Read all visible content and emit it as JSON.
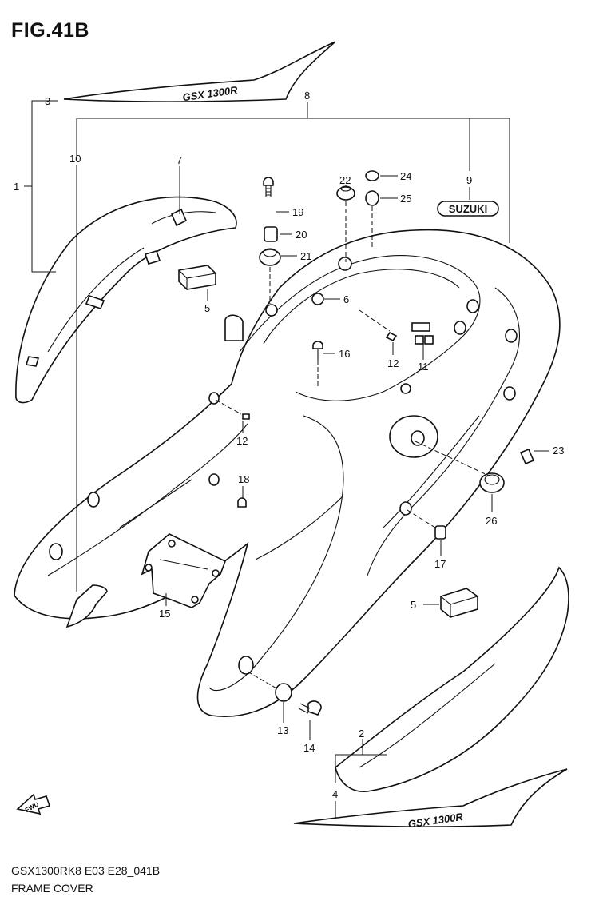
{
  "figure_title": "FIG.41B",
  "footer": {
    "model_code": "GSX1300RK8 E03 E28_041B",
    "section_name": "FRAME COVER"
  },
  "emblems": {
    "top_decal_text": "GSX 1300R",
    "bottom_decal_text": "GSX 1300R",
    "badge_text": "SUZUKI",
    "direction_arrow_text": "FWD"
  },
  "callouts": [
    "1",
    "2",
    "3",
    "4",
    "5",
    "5",
    "6",
    "7",
    "8",
    "9",
    "10",
    "11",
    "12",
    "12",
    "13",
    "14",
    "15",
    "16",
    "17",
    "18",
    "19",
    "20",
    "21",
    "22",
    "23",
    "24",
    "25",
    "26"
  ]
}
